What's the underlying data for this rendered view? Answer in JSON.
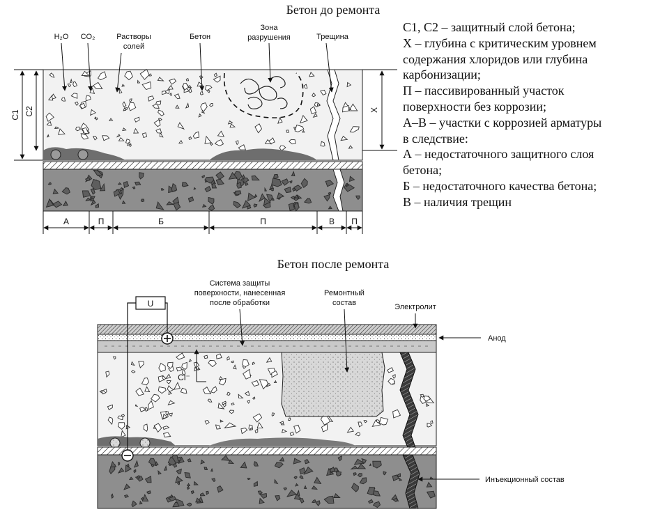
{
  "top": {
    "title": "Бетон до ремонта",
    "labels": {
      "h2o": "H₂O",
      "co2": "CO₂",
      "salts_1": "Растворы",
      "salts_2": "солей",
      "concrete": "Бетон",
      "zone_1": "Зона",
      "zone_2": "разрушения",
      "crack": "Трещина",
      "c1": "C1",
      "c2": "C2",
      "x": "X"
    },
    "segments": [
      "А",
      "П",
      "Б",
      "П",
      "В",
      "П"
    ]
  },
  "legend": [
    "C1, C2 – защитный слой бетона;",
    "X – глубина с критическим уровнем",
    "содержания хлоридов или глубина",
    "карбонизации;",
    "П – пассивированный участок",
    "поверхности без коррозии;",
    "А–В – участки с коррозией арматуры",
    "в следствие:",
    "А – недостаточного защитного слоя",
    "бетона;",
    "Б – недостаточного качества бетона;",
    "В – наличия трещин"
  ],
  "bottom": {
    "title": "Бетон после ремонта",
    "labels": {
      "system_1": "Система защиты",
      "system_2": "поверхности, нанесенная",
      "system_3": "после обработки",
      "repair_1": "Ремонтный",
      "repair_2": "состав",
      "electrolyte": "Электролит",
      "anode": "Анод",
      "u": "U",
      "cl": "Cl⁻",
      "injection": "Инъекционный состав"
    }
  },
  "colors": {
    "ink": "#1a1a1a",
    "light_concrete": "#f1f1f1",
    "dark_concrete": "#8f8f8f",
    "repair": "#d6d6d6",
    "electrolyte": "#bdbdbd"
  }
}
